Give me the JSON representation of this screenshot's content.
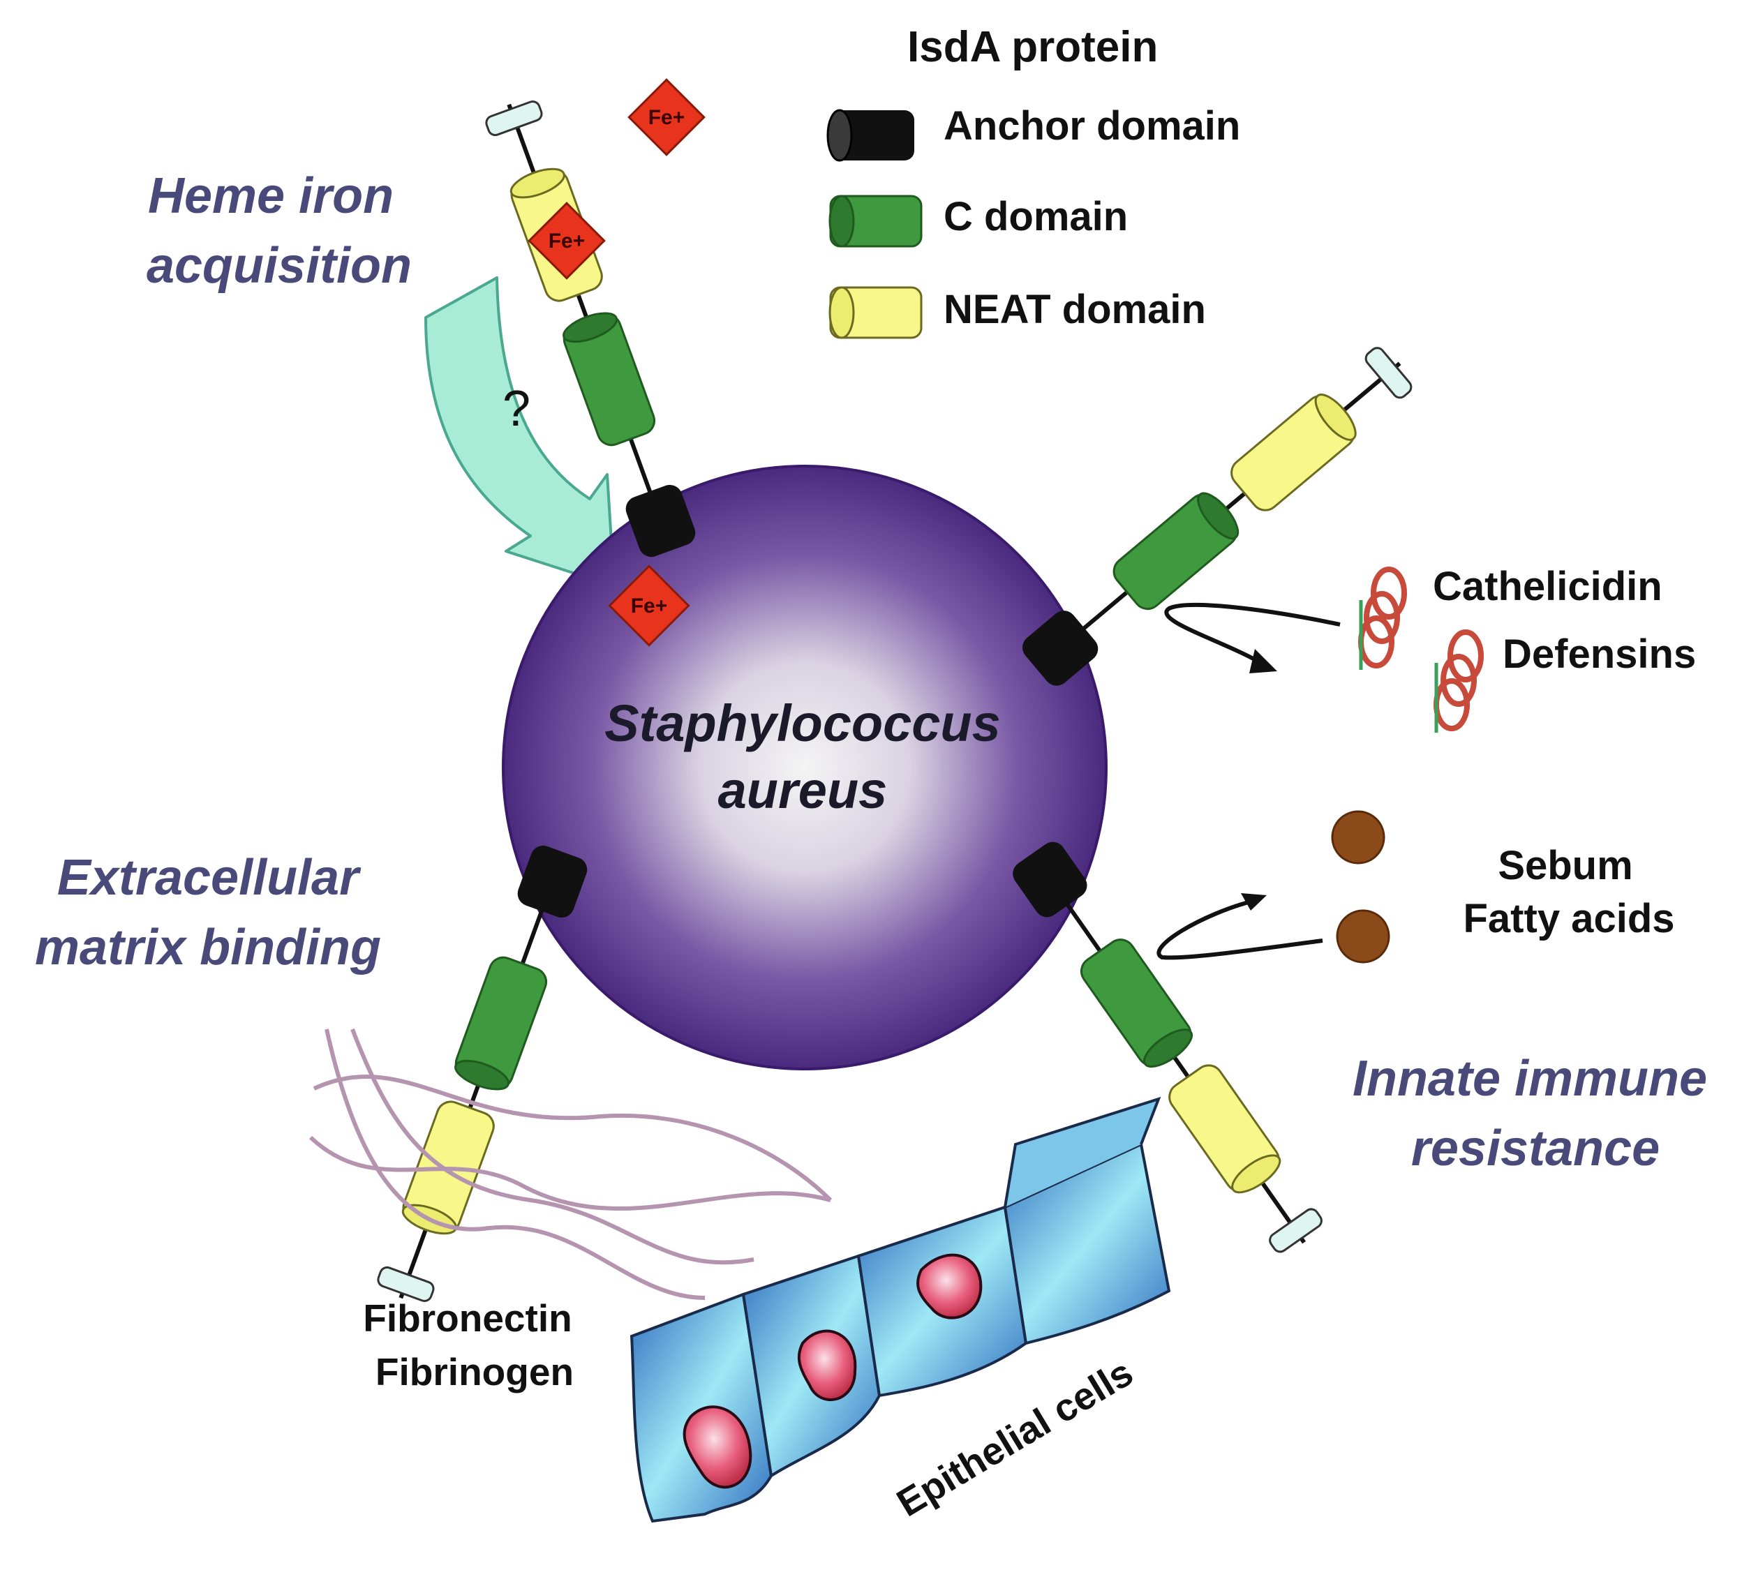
{
  "legend": {
    "title": "IsdA protein",
    "items": [
      {
        "label": "Anchor domain",
        "color": "#111111"
      },
      {
        "label": "C domain",
        "color": "#3f9a3f"
      },
      {
        "label": "NEAT domain",
        "color": "#f7f78a"
      }
    ]
  },
  "processes": {
    "heme": [
      "Heme iron",
      "acquisition"
    ],
    "ecm": [
      "Extracellular",
      "matrix binding"
    ],
    "innate": [
      "Innate immune",
      "resistance"
    ]
  },
  "bacterium": [
    "Staphylococcus",
    "aureus"
  ],
  "iron_label": "Fe+",
  "question_mark": "?",
  "peptides": [
    "Cathelicidin",
    "Defensins"
  ],
  "lipids": [
    "Sebum",
    "Fatty acids"
  ],
  "ecm_proteins": [
    "Fibronectin",
    "Fibrinogen"
  ],
  "epithelium_label": "Epithelial cells",
  "colors": {
    "anchor": "#111111",
    "c_domain": "#3f9a3f",
    "neat": "#f7f78a",
    "cap": "#dff5f0",
    "iron": "#e8341c",
    "arrow_fill": "#a8ecd6",
    "process_text": "#4a4a7a",
    "bacterium_edge": "#4b2a7e",
    "lipid": "#8a4a1a",
    "fiber": "#b594b0",
    "epithelial": "#5a9ad8",
    "nucleus": "#e05a7a"
  }
}
